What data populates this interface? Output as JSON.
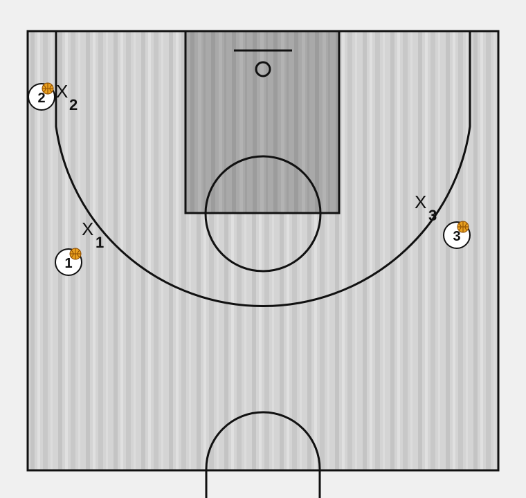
{
  "colors": {
    "court_light": "#d6d6d6",
    "court_stripe": "#bdbdbd",
    "paint": "#a7a7a7",
    "line": "#111111",
    "ball": "#e8a020",
    "ball_seam": "#8a4a00",
    "player_fill": "#ffffff"
  },
  "offense": [
    {
      "number": "1",
      "has_ball": true
    },
    {
      "number": "2",
      "has_ball": true
    },
    {
      "number": "3",
      "has_ball": true
    }
  ],
  "defense": [
    {
      "letter": "X",
      "sub": "1"
    },
    {
      "letter": "X",
      "sub": "2"
    },
    {
      "letter": "X",
      "sub": "3"
    }
  ]
}
